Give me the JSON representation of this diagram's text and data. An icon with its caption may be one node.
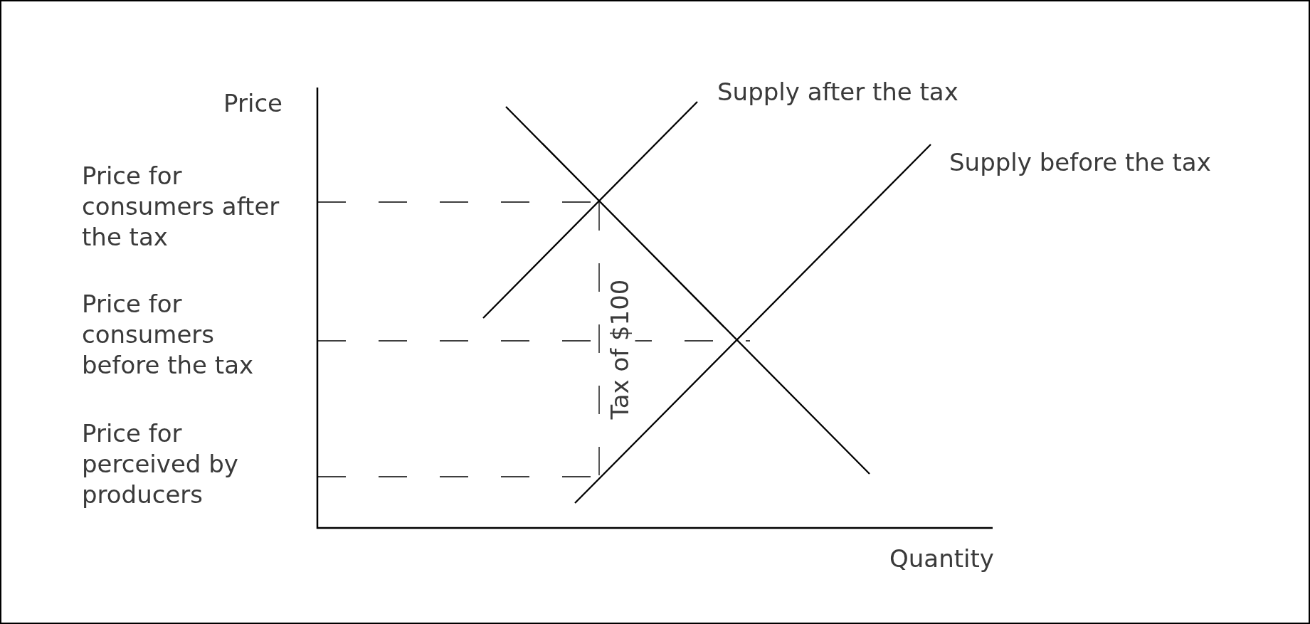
{
  "diagram": {
    "labels": [
      "Price",
      "Supply after the tax",
      "Supply before the tax",
      "Price for consumers after the tax",
      "Tax of $100",
      "Price for consumers before the tax",
      "Price for perceived by producers",
      "Quantity"
    ]
  }
}
